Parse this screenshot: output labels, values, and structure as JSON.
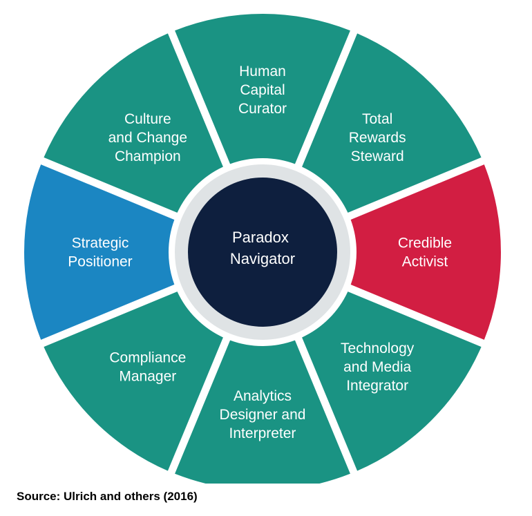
{
  "diagram": {
    "segments": [
      {
        "lines": [
          "Human",
          "Capital",
          "Curator"
        ],
        "color": "#1a9383"
      },
      {
        "lines": [
          "Total",
          "Rewards",
          "Steward"
        ],
        "color": "#1a9383"
      },
      {
        "lines": [
          "Credible",
          "Activist"
        ],
        "color": "#d21e42"
      },
      {
        "lines": [
          "Technology",
          "and Media",
          "Integrator"
        ],
        "color": "#1a9383"
      },
      {
        "lines": [
          "Analytics",
          "Designer and",
          "Interpreter"
        ],
        "color": "#1a9383"
      },
      {
        "lines": [
          "Compliance",
          "Manager"
        ],
        "color": "#1a9383"
      },
      {
        "lines": [
          "Strategic",
          "Positioner"
        ],
        "color": "#1b86c2"
      },
      {
        "lines": [
          "Culture",
          "and Change",
          "Champion"
        ],
        "color": "#1a9383"
      }
    ],
    "center": {
      "lines": [
        "Paradox",
        "Navigator"
      ],
      "color": "#0e1f3e",
      "ring_color": "#dfe3e5"
    }
  },
  "source": "Source: Ulrich and others (2016)"
}
